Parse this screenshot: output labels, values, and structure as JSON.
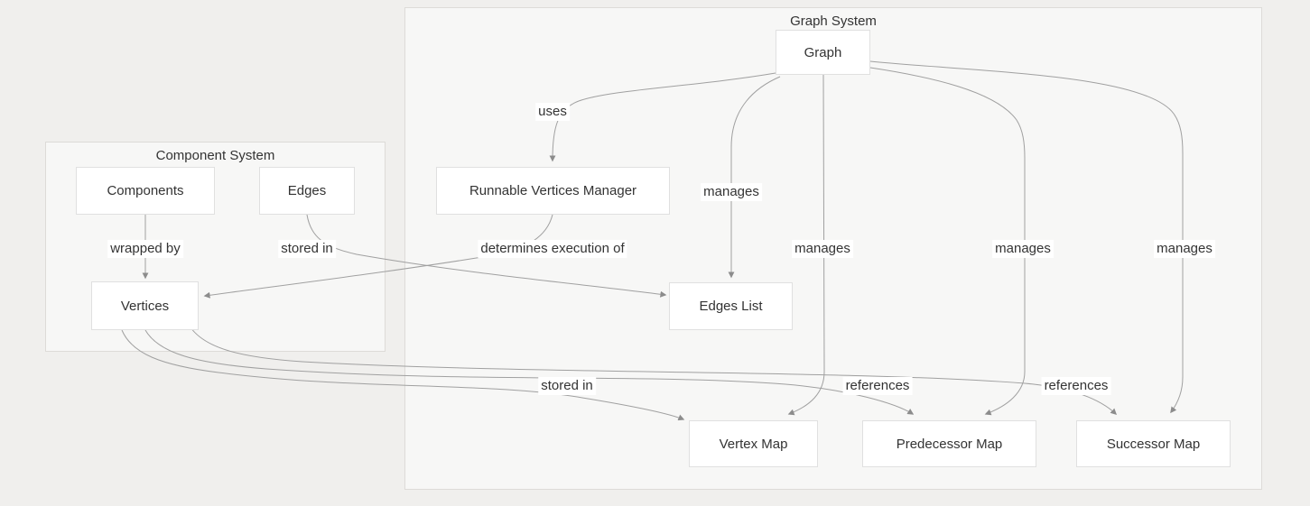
{
  "diagram": {
    "containers": [
      {
        "id": "component-system",
        "title": "Component System"
      },
      {
        "id": "graph-system",
        "title": "Graph System"
      }
    ],
    "nodes": [
      {
        "id": "graph",
        "label": "Graph",
        "container": "graph-system"
      },
      {
        "id": "runnable-vertices-manager",
        "label": "Runnable Vertices Manager",
        "container": "graph-system"
      },
      {
        "id": "edges-list",
        "label": "Edges List",
        "container": "graph-system"
      },
      {
        "id": "vertex-map",
        "label": "Vertex Map",
        "container": "graph-system"
      },
      {
        "id": "predecessor-map",
        "label": "Predecessor Map",
        "container": "graph-system"
      },
      {
        "id": "successor-map",
        "label": "Successor Map",
        "container": "graph-system"
      },
      {
        "id": "components",
        "label": "Components",
        "container": "component-system"
      },
      {
        "id": "edges",
        "label": "Edges",
        "container": "component-system"
      },
      {
        "id": "vertices",
        "label": "Vertices",
        "container": "component-system"
      }
    ],
    "edges": [
      {
        "from": "components",
        "to": "vertices",
        "label": "wrapped by"
      },
      {
        "from": "edges",
        "to": "edges-list",
        "label": "stored in"
      },
      {
        "from": "graph",
        "to": "runnable-vertices-manager",
        "label": "uses"
      },
      {
        "from": "runnable-vertices-manager",
        "to": "vertices",
        "label": "determines execution of"
      },
      {
        "from": "graph",
        "to": "edges-list",
        "label": "manages"
      },
      {
        "from": "graph",
        "to": "vertex-map",
        "label": "manages"
      },
      {
        "from": "graph",
        "to": "predecessor-map",
        "label": "manages"
      },
      {
        "from": "graph",
        "to": "successor-map",
        "label": "manages"
      },
      {
        "from": "vertices",
        "to": "vertex-map",
        "label": "stored in"
      },
      {
        "from": "vertices",
        "to": "predecessor-map",
        "label": "references"
      },
      {
        "from": "vertices",
        "to": "successor-map",
        "label": "references"
      }
    ],
    "colors": {
      "page_background": "#f0efed",
      "container_background": "#f7f7f6",
      "container_border": "#dddbd8",
      "node_background": "#ffffff",
      "node_border": "#e0e0e0",
      "edge_line": "#a0a0a0",
      "arrowhead": "#8c8c8c",
      "text": "#333333"
    }
  }
}
